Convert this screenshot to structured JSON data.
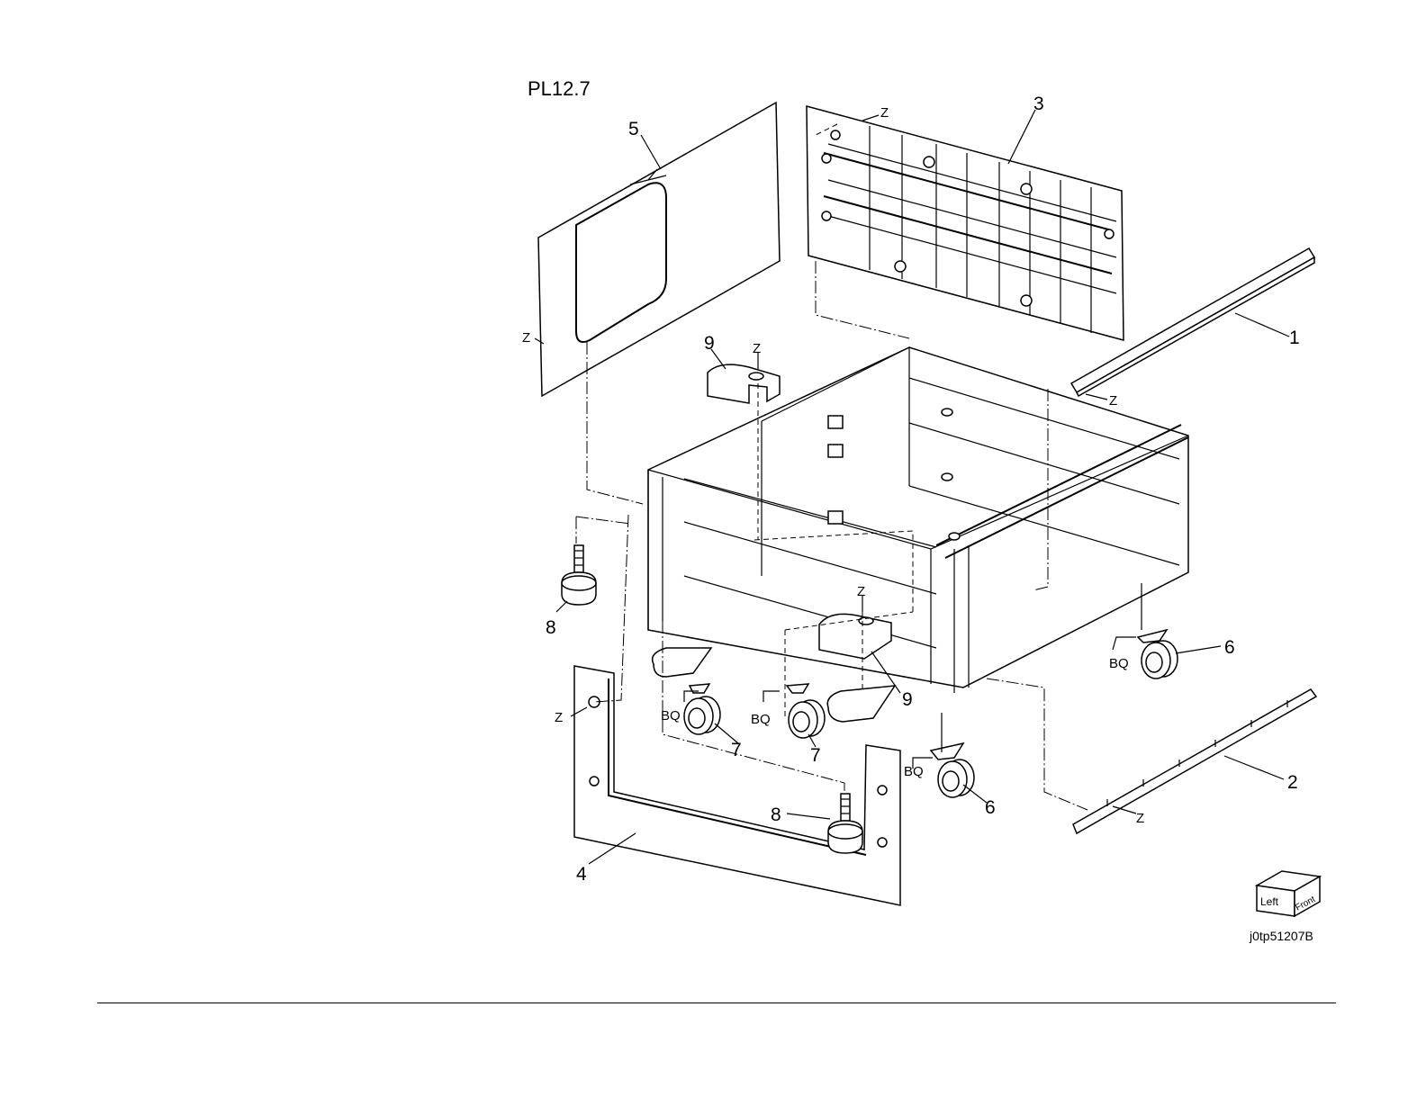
{
  "plate": {
    "title": "PL12.7",
    "figure_id": "j0tp51207B"
  },
  "callouts": {
    "c1": "1",
    "c2": "2",
    "c3": "3",
    "c4": "4",
    "c5": "5",
    "c6a": "6",
    "c6b": "6",
    "c7a": "7",
    "c7b": "7",
    "c8a": "8",
    "c8b": "8",
    "c9a": "9",
    "c9b": "9"
  },
  "markers": {
    "z1": "Z",
    "z2": "Z",
    "z3": "Z",
    "z4": "Z",
    "z5": "Z",
    "z6": "Z",
    "z7": "Z",
    "bq1": "BQ",
    "bq2": "BQ",
    "bq3": "BQ",
    "bq4": "BQ"
  },
  "orientation": {
    "left": "Left",
    "front": "Front"
  }
}
